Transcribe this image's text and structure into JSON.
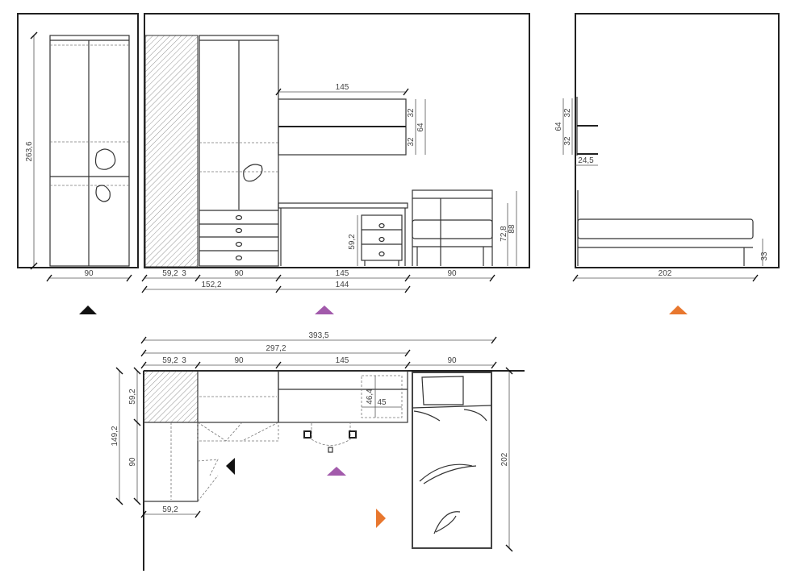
{
  "colors": {
    "view_a": "#111111",
    "view_b": "#a25aab",
    "view_c": "#e8772e"
  },
  "view_markers": [
    {
      "name": "left-elevation-marker",
      "color": "#111111",
      "direction": "up"
    },
    {
      "name": "front-elevation-marker",
      "color": "#a25aab",
      "direction": "up"
    },
    {
      "name": "side-elevation-marker",
      "color": "#e8772e",
      "direction": "up"
    }
  ],
  "left_elevation": {
    "height": "263,6",
    "width": "90"
  },
  "front_elevation": {
    "wall_unit_width": "145",
    "wall_unit_top": "32",
    "wall_unit_bottom": "32",
    "wall_unit_total": "64",
    "drawer_unit_height": "59,2",
    "desk_height": "72,8",
    "bed_height": "88",
    "bottom_row": [
      "59,2",
      "3",
      "90",
      "145",
      "90"
    ],
    "second_row": [
      "152,2",
      "144"
    ]
  },
  "side_elevation": {
    "shelf_total": "64",
    "shelf_top": "32",
    "shelf_bottom": "32",
    "shelf_depth": "24,5",
    "bed_length": "202",
    "bed_height": "33"
  },
  "plan": {
    "total_width": "393,5",
    "unit_width": "297,2",
    "top_row": [
      "59,2",
      "3",
      "90",
      "145",
      "90"
    ],
    "left_total": "149,2",
    "left_depth": "59,2",
    "left_corner": "90",
    "bottom_width": "59,2",
    "bed_length": "202",
    "drawer_depth": "46,4",
    "drawer_width": "45"
  }
}
